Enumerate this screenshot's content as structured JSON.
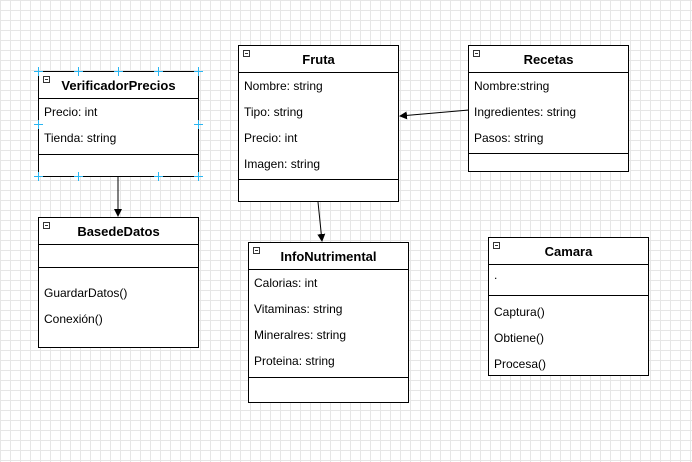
{
  "classes": {
    "verificador": {
      "title": "VerificadorPrecios",
      "attributes": [
        "Precio: int",
        "Tienda: string"
      ],
      "methods": []
    },
    "fruta": {
      "title": "Fruta",
      "attributes": [
        "Nombre: string",
        "Tipo: string",
        "Precio: int",
        "Imagen: string"
      ],
      "methods": []
    },
    "recetas": {
      "title": "Recetas",
      "attributes": [
        "Nombre:string",
        "Ingredientes: string",
        "Pasos: string"
      ],
      "methods": []
    },
    "basedatos": {
      "title": "BasedeDatos",
      "attributes": [],
      "methods": [
        "GuardarDatos()",
        "Conexión()"
      ]
    },
    "infonutrimental": {
      "title": "InfoNutrimental",
      "attributes": [
        "Calorias: int",
        "Vitaminas: string",
        "Mineralres: string",
        "Proteina: string"
      ],
      "methods": []
    },
    "camara": {
      "title": "Camara",
      "attributes": [
        "."
      ],
      "methods": [
        "Captura()",
        "Obtiene()",
        "Procesa()"
      ]
    }
  },
  "colors": {
    "grid": "#e6e6e6",
    "selection": "#29b6f2",
    "line": "#000000"
  }
}
